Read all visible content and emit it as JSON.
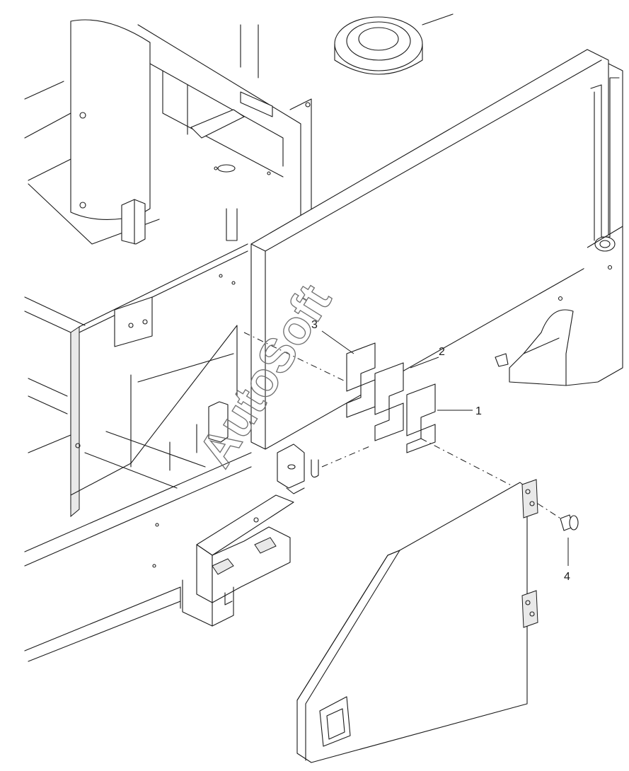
{
  "callouts": [
    {
      "id": "1",
      "label": "1"
    },
    {
      "id": "2",
      "label": "2"
    },
    {
      "id": "3",
      "label": "3"
    },
    {
      "id": "4",
      "label": "4"
    }
  ],
  "watermark": {
    "text": "AutoSoft"
  }
}
